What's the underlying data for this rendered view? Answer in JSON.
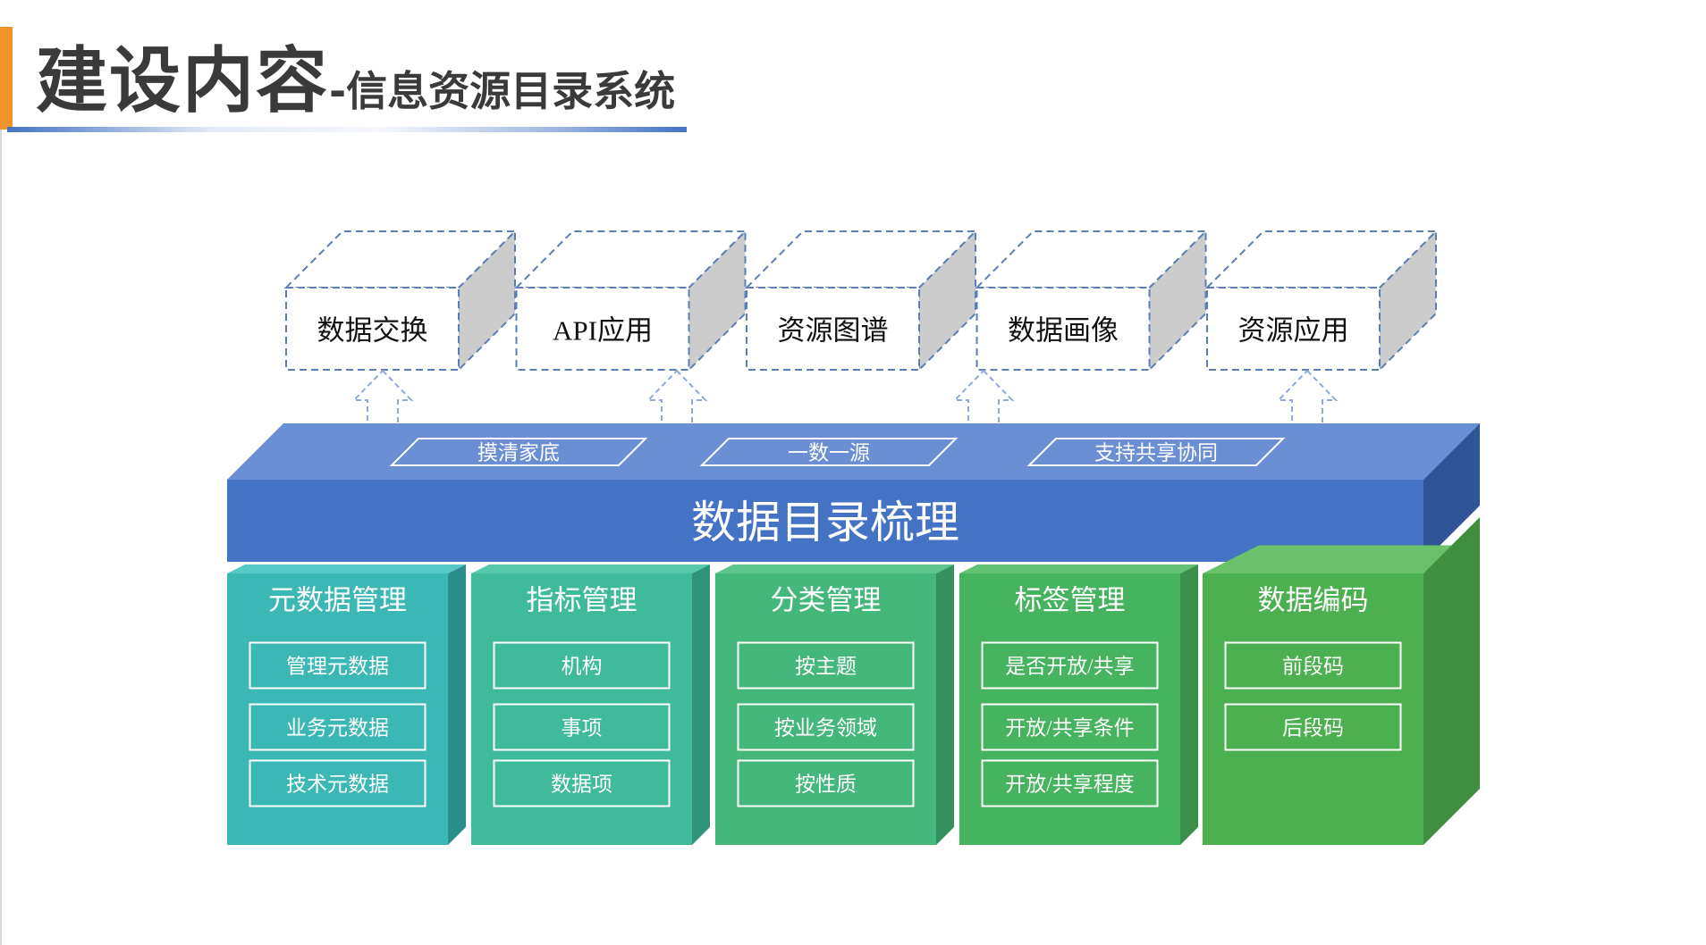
{
  "title": {
    "main": "建设内容",
    "separator": "-",
    "sub": "信息资源目录系统"
  },
  "outputs": [
    "数据交换",
    "API应用",
    "资源图谱",
    "数据画像",
    "资源应用"
  ],
  "platform": {
    "title": "数据目录梳理",
    "tags": [
      "摸清家底",
      "一数一源",
      "支持共享协同"
    ]
  },
  "modules": [
    {
      "title": "元数据管理",
      "items": [
        "管理元数据",
        "业务元数据",
        "技术元数据"
      ]
    },
    {
      "title": "指标管理",
      "items": [
        "机构",
        "事项",
        "数据项"
      ]
    },
    {
      "title": "分类管理",
      "items": [
        "按主题",
        "按业务领域",
        "按性质"
      ]
    },
    {
      "title": "标签管理",
      "items": [
        "是否开放/共享",
        "开放/共享条件",
        "开放/共享程度"
      ]
    },
    {
      "title": "数据编码",
      "items": [
        "前段码",
        "后段码"
      ]
    }
  ],
  "colors": {
    "accent": "#f0932b",
    "platform_front": "#4472c4",
    "platform_top": "#6b8fd4",
    "platform_side": "#2f5597",
    "module_fronts": [
      "#3bb8b5",
      "#3fbb9c",
      "#44b87a",
      "#46b35f",
      "#4caf50"
    ],
    "module_tops": [
      "#54c9c6",
      "#57c9ab",
      "#5cc68c",
      "#60c272",
      "#6cc26a"
    ],
    "module_sides": [
      "#2a8f8c",
      "#2f937a",
      "#34915f",
      "#3a8f4a",
      "#3f8f3f"
    ]
  }
}
